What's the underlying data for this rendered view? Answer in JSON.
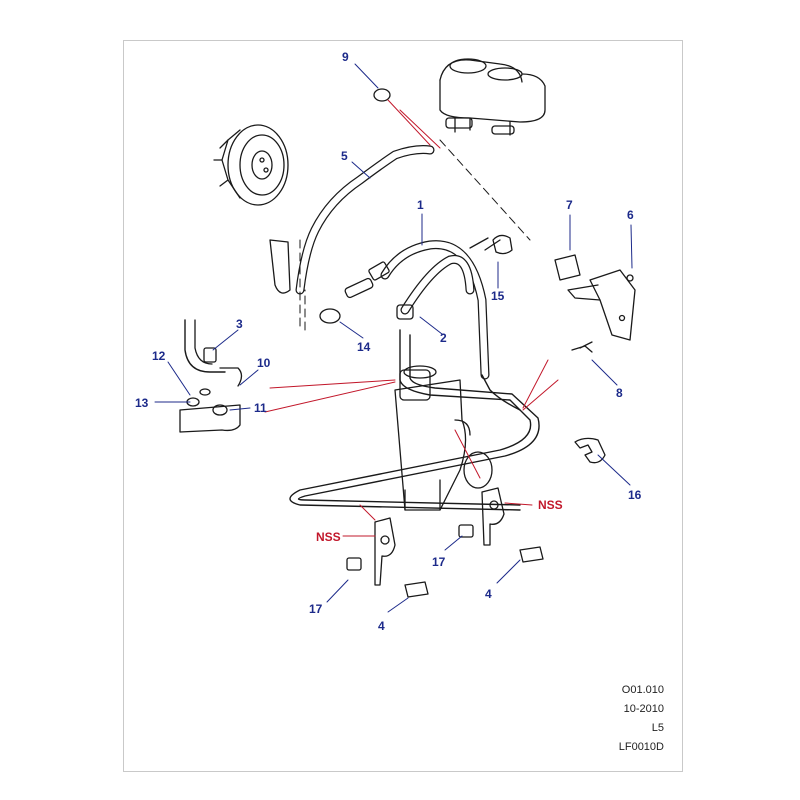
{
  "diagram": {
    "callouts": [
      "9",
      "5",
      "1",
      "7",
      "6",
      "15",
      "3",
      "2",
      "14",
      "12",
      "10",
      "13",
      "11",
      "8",
      "16",
      "NSS",
      "NSS",
      "17",
      "17",
      "4",
      "4"
    ],
    "footer": {
      "code": "O01.010",
      "date": "10-2010",
      "level": "L5",
      "figure_id": "LF0010D"
    },
    "colors": {
      "line": "#1a1a1a",
      "callout": "#1c2a8a",
      "leader_red": "#c2182b",
      "frame": "#c9c9c9"
    }
  }
}
